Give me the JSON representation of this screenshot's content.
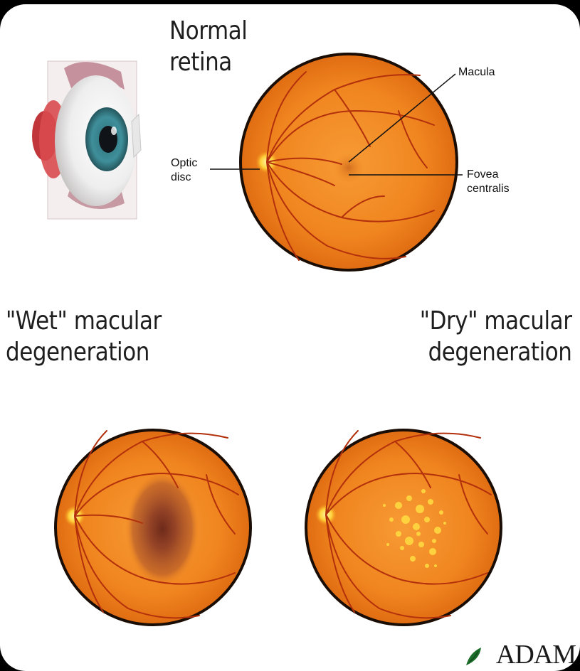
{
  "diagram": {
    "retinas": [
      {
        "id": "normal",
        "title": "Normal\nretina"
      },
      {
        "id": "wet",
        "title": "\"Wet\" macular\ndegeneration"
      },
      {
        "id": "dry",
        "title": "\"Dry\" macular\ndegeneration"
      }
    ],
    "callouts": {
      "macula": "Macula",
      "optic_disc": "Optic\ndisc",
      "fovea": "Fovea\ncentralis"
    },
    "logo": "ADAM",
    "colors": {
      "retina_orange": "#f0851f",
      "retina_edge": "#1a0d05",
      "vessel": "#b3300c",
      "optic_disc": "#ffd23a",
      "wet_lesion": "#8a3a25",
      "dry_drusen": "#ffd840",
      "iris": "#3f8f9a",
      "logo_leaf": "#1d6e2c"
    }
  }
}
